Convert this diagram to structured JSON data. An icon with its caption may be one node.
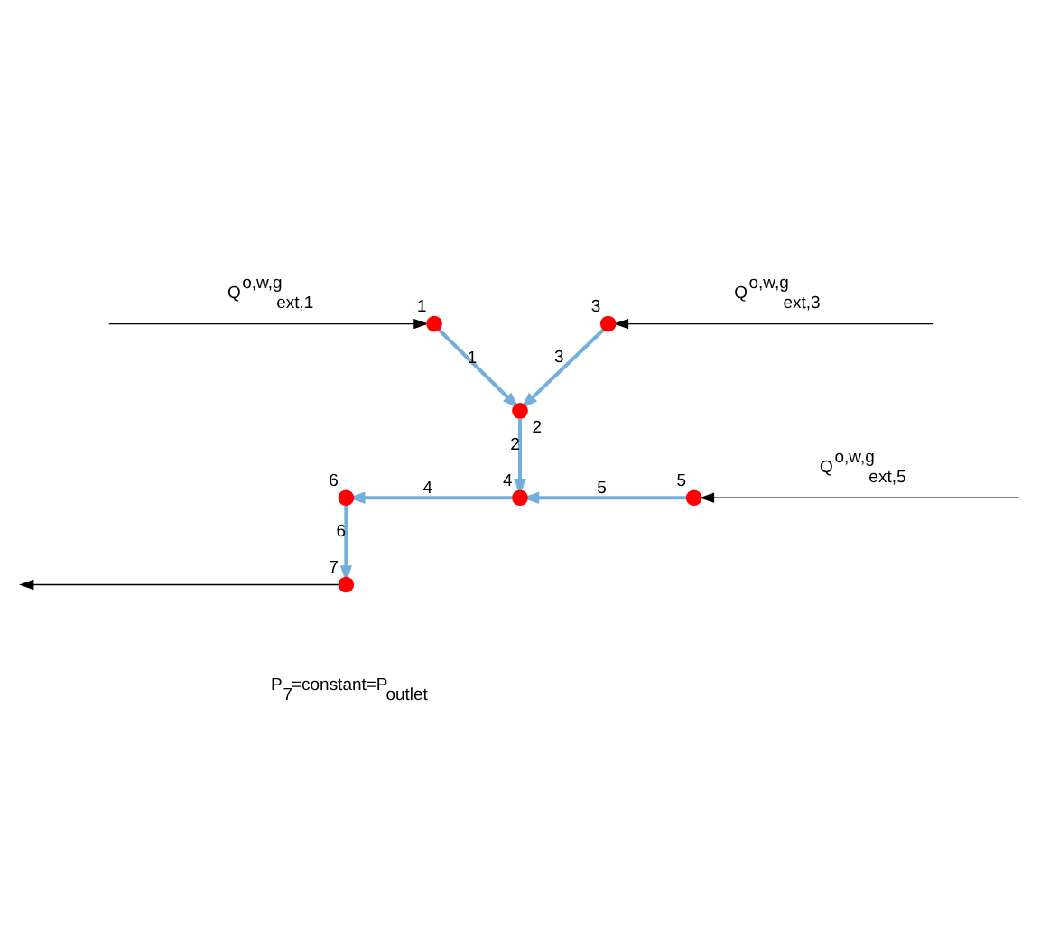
{
  "diagram": {
    "nodes": [
      {
        "text": [],
        "shape": "circle",
        "beside": [
          "1"
        ]
      },
      {
        "text": [],
        "shape": "circle",
        "beside": [
          "3"
        ]
      },
      {
        "text": [],
        "shape": "circle",
        "beside": [
          "2"
        ]
      },
      {
        "text": [],
        "shape": "circle",
        "beside": [
          "6"
        ]
      },
      {
        "text": [],
        "shape": "circle",
        "beside": [
          "4"
        ]
      },
      {
        "text": [],
        "shape": "circle",
        "beside": [
          "5"
        ]
      },
      {
        "text": [],
        "shape": "circle",
        "beside": [
          "7"
        ]
      }
    ],
    "edges": [
      {
        "from": null,
        "to": 0,
        "arrow": "to",
        "label": "Q$^{o,w,g}$$_{ext,1}$",
        "color": "#000000"
      },
      {
        "from": null,
        "to": 1,
        "arrow": "to",
        "label": "Q$^{o,w,g}$$_{ext,3}$",
        "color": "#000000"
      },
      {
        "from": 0,
        "to": 2,
        "arrow": "to",
        "label": "1"
      },
      {
        "from": 1,
        "to": 2,
        "arrow": "to",
        "label": "3"
      },
      {
        "from": 2,
        "to": 4,
        "arrow": "to",
        "label": "2"
      },
      {
        "from": null,
        "to": 5,
        "arrow": "to",
        "label": "Q$^{o,w,g}$$_{ext,5}$",
        "color": "#000000"
      },
      {
        "from": 4,
        "to": 3,
        "arrow": "to",
        "label": "4"
      },
      {
        "from": 5,
        "to": 4,
        "arrow": "to",
        "label": "5"
      },
      {
        "from": 3,
        "to": 6,
        "arrow": "to",
        "label": "6"
      },
      {
        "from": 6,
        "to": null,
        "arrow": "to",
        "color": "#000000"
      }
    ],
    "labels": [
      "P$_{7}$=constant=P$_{outlet}$"
    ]
  }
}
